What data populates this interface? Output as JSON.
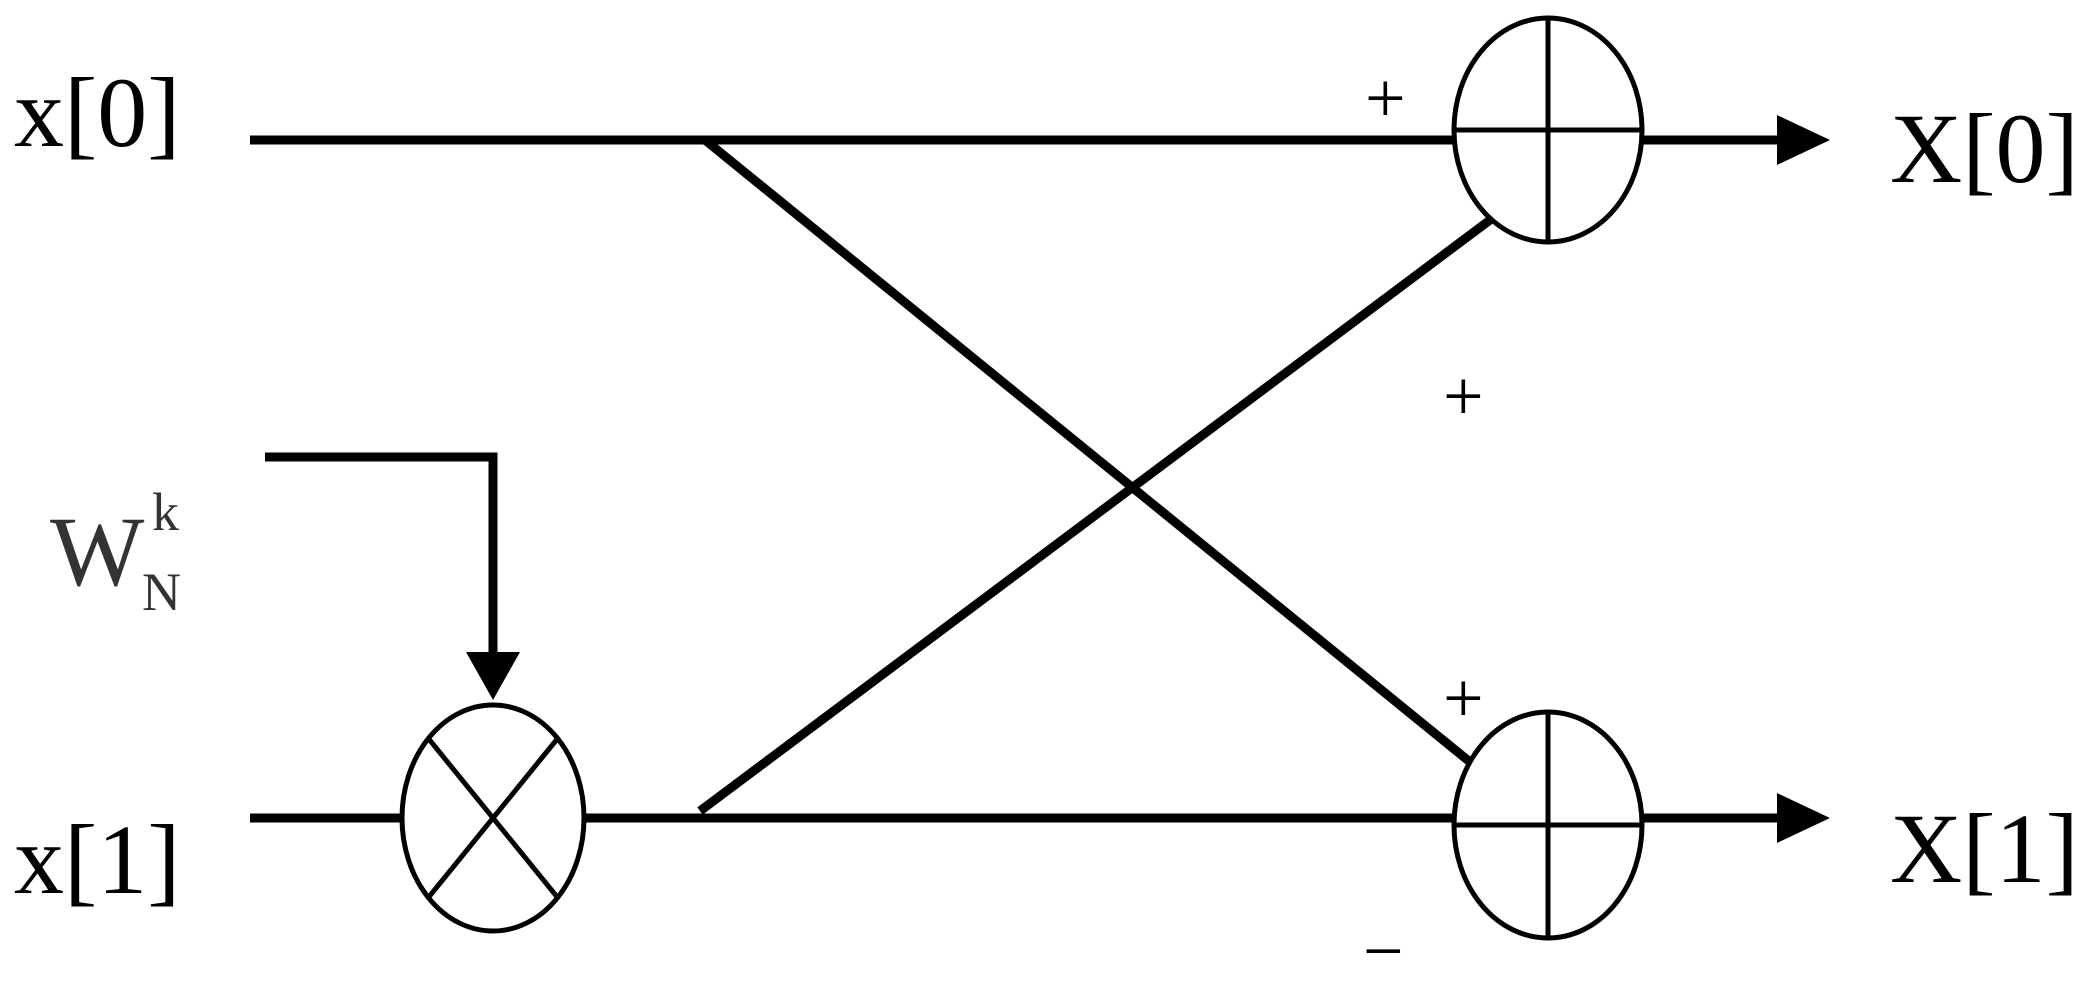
{
  "inputs": {
    "x0": "x[0]",
    "x1": "x[1]"
  },
  "outputs": {
    "X0": "X[0]",
    "X1": "X[1]"
  },
  "twiddle": {
    "base": "W",
    "sub": "N",
    "sup": "k"
  },
  "signs": {
    "top_adder_straight": "+",
    "top_adder_cross": "+",
    "bottom_adder_cross": "+",
    "bottom_adder_straight": "−"
  },
  "colors": {
    "stroke": "#000000",
    "twiddle_text": "#333333",
    "background": "#ffffff"
  }
}
